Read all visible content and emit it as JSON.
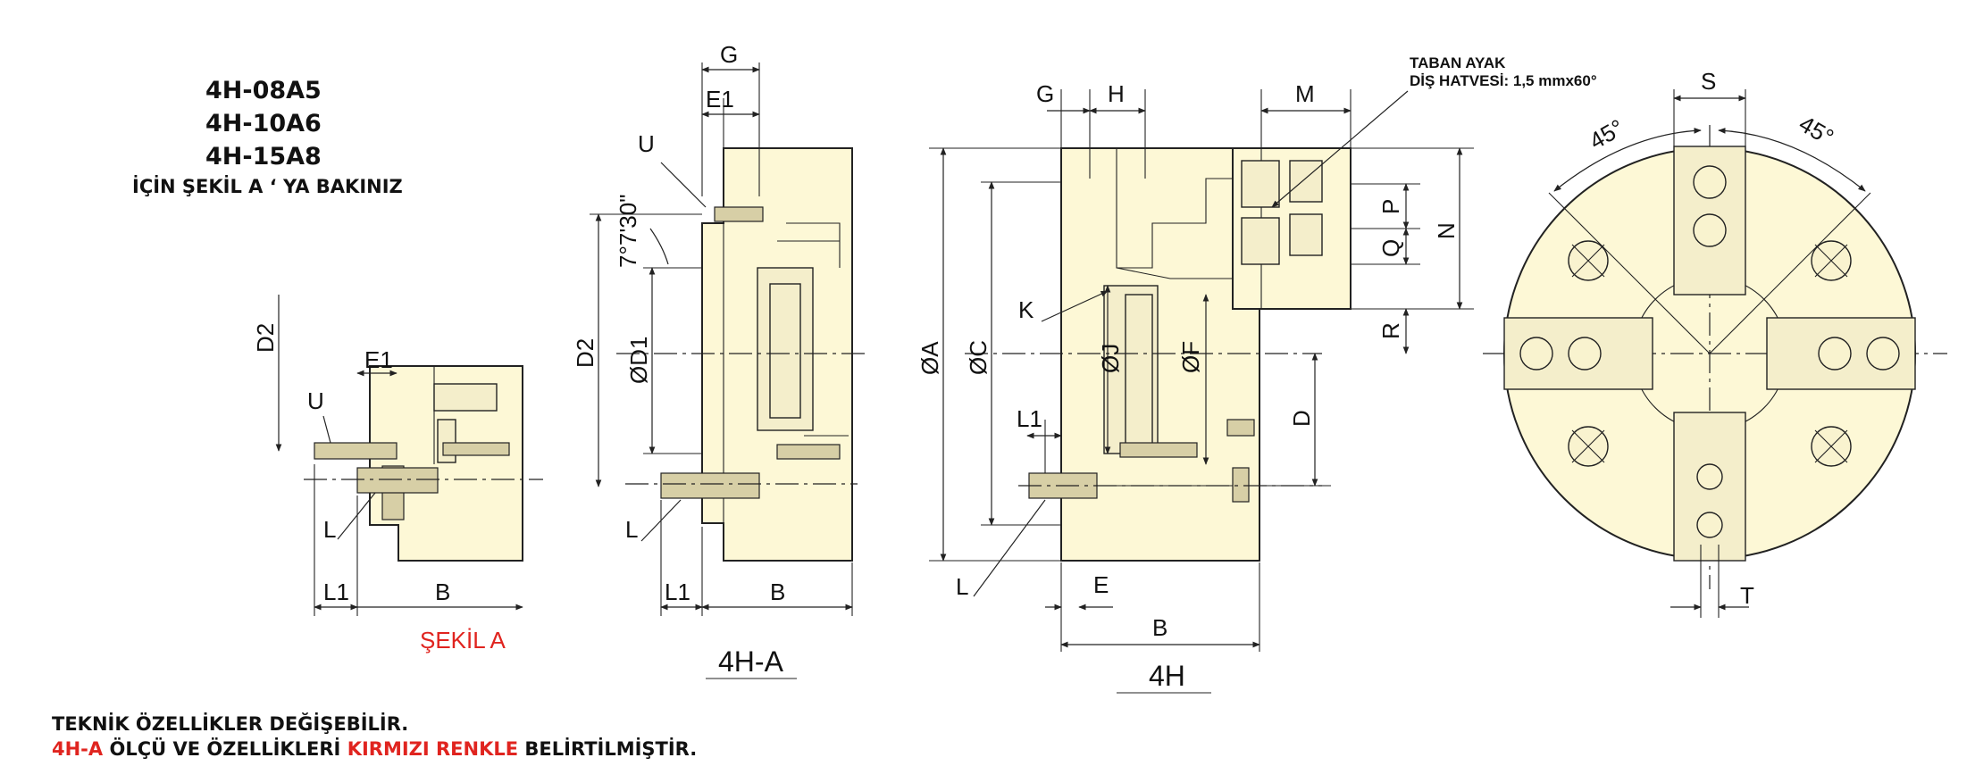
{
  "header": {
    "models": [
      "4H-08A5",
      "4H-10A6",
      "4H-15A8"
    ],
    "see_figure_note": "İÇİN ŞEKİL  A ‘ YA BAKINIZ"
  },
  "figure_a": {
    "labels": {
      "d2": "D2",
      "e1": "E1",
      "u": "U",
      "l": "L",
      "l1": "L1",
      "b": "B"
    },
    "caption": "ŞEKİL A"
  },
  "figure_4ha": {
    "labels": {
      "g": "G",
      "e1": "E1",
      "u": "U",
      "angle": "7°7'30\"",
      "d2": "D2",
      "d1": "ØD1",
      "l": "L",
      "l1": "L1",
      "b": "B"
    },
    "caption": "4H-A"
  },
  "figure_4h": {
    "labels": {
      "g": "G",
      "h": "H",
      "m": "M",
      "n": "N",
      "p": "P",
      "q": "Q",
      "r": "R",
      "k": "K",
      "a": "ØA",
      "c": "ØC",
      "j": "ØJ",
      "f": "ØF",
      "d": "D",
      "l1": "L1",
      "l": "L",
      "e": "E",
      "b": "B"
    },
    "callout_line1": "TABAN AYAK",
    "callout_line2": "DİŞ HATVESİ: 1,5 mmx60°",
    "caption": "4H"
  },
  "front_view": {
    "labels": {
      "s": "S",
      "t": "T",
      "angle_left": "45°",
      "angle_right": "45°"
    }
  },
  "footer": {
    "line1": "TEKNİK ÖZELLİKLER DEĞİŞEBİLİR.",
    "line2_part1": "4H-A",
    "line2_part2": " ÖLÇÜ VE ÖZELLİKLERİ ",
    "line2_part3": "KIRMIZI RENKLE",
    "line2_part4": " BELİRTİLMİŞTİR."
  },
  "colors": {
    "body_fill": "#fdf8d6",
    "accent_red": "#e0241f",
    "line": "#222222"
  }
}
